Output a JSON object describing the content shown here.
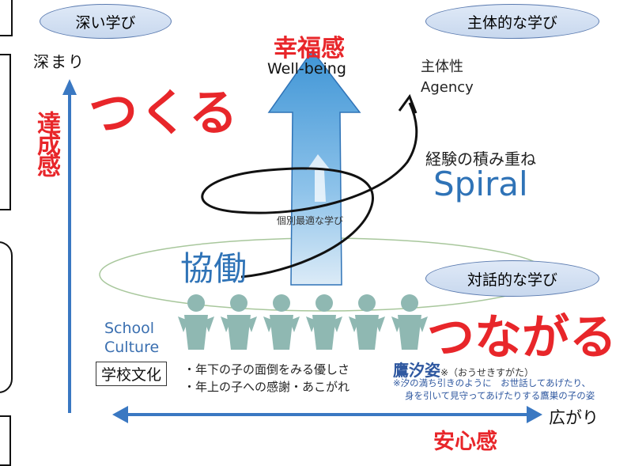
{
  "pills": {
    "deep": "深い学び",
    "subject": "主体的な学び",
    "dialogue": "対話的な学び"
  },
  "axes": {
    "y_label": "深まり",
    "x_label": "広がり",
    "y_title": "達成感",
    "x_title": "安心感"
  },
  "center": {
    "happiness": "幸福感",
    "wellbeing": "Well-being",
    "individual": "個別最適な学び",
    "collab": "協働"
  },
  "right": {
    "agency_jp": "主体性",
    "agency_en": "Agency",
    "experience": "経験の積み重ね",
    "spiral": "Spiral"
  },
  "big": {
    "tsukuru": "つくる",
    "tsunagaru": "つながる"
  },
  "culture": {
    "school": "School",
    "culture": "Culture",
    "gakko": "学校文化",
    "bullet1": "・年下の子の面倒をみる優しさ",
    "bullet2": "・年上の子への感謝・あこがれ"
  },
  "takashi": {
    "title": "鷹汐姿",
    "reading": "※（おうせきすがた）",
    "note1": "※汐の満ち引きのように　お世話してあげたり、",
    "note2": "身を引いて見守ってあげたりする鷹巣の子の姿"
  },
  "colors": {
    "red": "#e8262a",
    "blue": "#2f73b7",
    "arrow": "#5aa3dc",
    "people": "#8fb8b2"
  }
}
